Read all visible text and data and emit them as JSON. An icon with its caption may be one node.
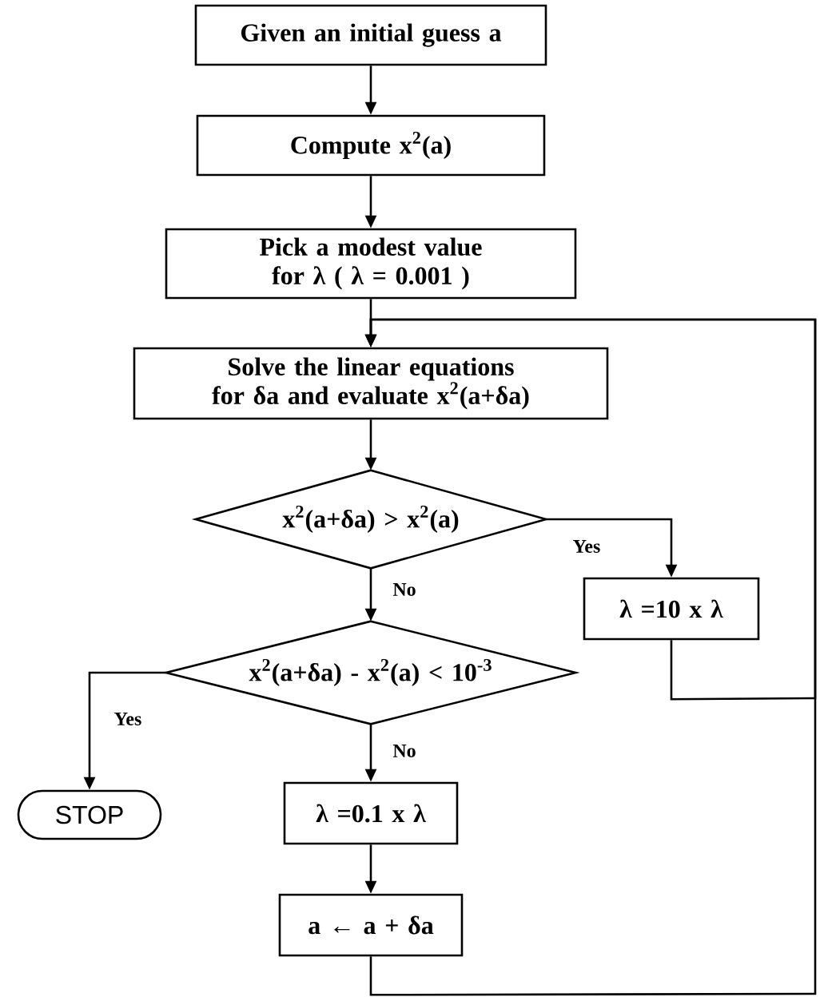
{
  "diagram": {
    "nodes": [
      {
        "text": [
          "Given an initial guess a"
        ]
      },
      {
        "text": [
          "Compute x$^{2}$(a)"
        ]
      },
      {
        "text": [
          "Pick a modest value for λ ( λ = 0.001 )"
        ]
      },
      {
        "text": [
          "Solve the linear equations for δa and evaluate x$^{2}$(a+δa)"
        ]
      },
      {
        "text": [
          "x$^{2}$(a+δa) > x$^{2}$(a)"
        ]
      },
      {
        "text": [
          "λ =10 x λ"
        ]
      },
      {
        "text": [
          "x$^{2}$(a+δa) - x$^{2}$(a) < 10$^{-3}$"
        ]
      },
      {
        "text": [
          "STOP"
        ]
      },
      {
        "text": [
          "λ =0.1 x λ"
        ]
      },
      {
        "text": [
          "a ← a + δa"
        ]
      }
    ],
    "edges": [
      {
        "from": 0,
        "to": 1,
        "arrow": "to"
      },
      {
        "from": 1,
        "to": 2,
        "arrow": "to"
      },
      {
        "from": 2,
        "to": 3,
        "arrow": "to"
      },
      {
        "from": 3,
        "to": 4,
        "arrow": "to"
      },
      {
        "from": 4,
        "to": 5,
        "arrow": "to",
        "label": "Yes"
      },
      {
        "from": 4,
        "to": 6,
        "arrow": "to",
        "label": "No"
      },
      {
        "from": 6,
        "to": 7,
        "arrow": "to",
        "label": "Yes"
      },
      {
        "from": 6,
        "to": 8,
        "arrow": "to",
        "label": "No"
      },
      {
        "from": 8,
        "to": 9,
        "arrow": "to"
      },
      {
        "from": 5,
        "to": 3,
        "arrow": "to"
      },
      {
        "from": 9,
        "to": 3,
        "arrow": "to"
      }
    ]
  }
}
